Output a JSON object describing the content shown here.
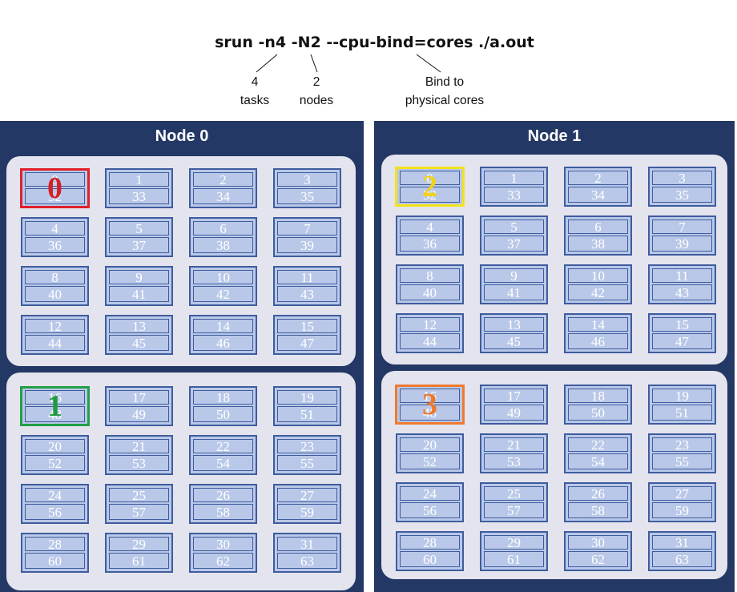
{
  "command": "srun -n4 -N2 --cpu-bind=cores ./a.out",
  "annotations": [
    {
      "line1": "4",
      "line2": "tasks"
    },
    {
      "line1": "2",
      "line2": "nodes"
    },
    {
      "line1": "Bind to",
      "line2": "physical cores"
    }
  ],
  "nodes": [
    {
      "title": "Node 0",
      "sockets": [
        {
          "cores": [
            [
              0,
              32
            ],
            [
              1,
              33
            ],
            [
              2,
              34
            ],
            [
              3,
              35
            ],
            [
              4,
              36
            ],
            [
              5,
              37
            ],
            [
              6,
              38
            ],
            [
              7,
              39
            ],
            [
              8,
              40
            ],
            [
              9,
              41
            ],
            [
              10,
              42
            ],
            [
              11,
              43
            ],
            [
              12,
              44
            ],
            [
              13,
              45
            ],
            [
              14,
              46
            ],
            [
              15,
              47
            ]
          ],
          "task": {
            "label": "0",
            "color": "#e0202a",
            "label_color": "#d42028"
          }
        },
        {
          "cores": [
            [
              16,
              48
            ],
            [
              17,
              49
            ],
            [
              18,
              50
            ],
            [
              19,
              51
            ],
            [
              20,
              52
            ],
            [
              21,
              53
            ],
            [
              22,
              54
            ],
            [
              23,
              55
            ],
            [
              24,
              56
            ],
            [
              25,
              57
            ],
            [
              26,
              58
            ],
            [
              27,
              59
            ],
            [
              28,
              60
            ],
            [
              29,
              61
            ],
            [
              30,
              62
            ],
            [
              31,
              63
            ]
          ],
          "task": {
            "label": "1",
            "color": "#22a045",
            "label_color": "#1f9a40"
          }
        }
      ]
    },
    {
      "title": "Node 1",
      "sockets": [
        {
          "cores": [
            [
              0,
              32
            ],
            [
              1,
              33
            ],
            [
              2,
              34
            ],
            [
              3,
              35
            ],
            [
              4,
              36
            ],
            [
              5,
              37
            ],
            [
              6,
              38
            ],
            [
              7,
              39
            ],
            [
              8,
              40
            ],
            [
              9,
              41
            ],
            [
              10,
              42
            ],
            [
              11,
              43
            ],
            [
              12,
              44
            ],
            [
              13,
              45
            ],
            [
              14,
              46
            ],
            [
              15,
              47
            ]
          ],
          "task": {
            "label": "2",
            "color": "#f2e31a",
            "label_color": "#f2d21a"
          }
        },
        {
          "cores": [
            [
              16,
              48
            ],
            [
              17,
              49
            ],
            [
              18,
              50
            ],
            [
              19,
              51
            ],
            [
              20,
              52
            ],
            [
              21,
              53
            ],
            [
              22,
              54
            ],
            [
              23,
              55
            ],
            [
              24,
              56
            ],
            [
              25,
              57
            ],
            [
              26,
              58
            ],
            [
              27,
              59
            ],
            [
              28,
              60
            ],
            [
              29,
              61
            ],
            [
              30,
              62
            ],
            [
              31,
              63
            ]
          ],
          "task": {
            "label": "3",
            "color": "#ef7a2e",
            "label_color": "#ec7a2c"
          }
        }
      ]
    }
  ]
}
